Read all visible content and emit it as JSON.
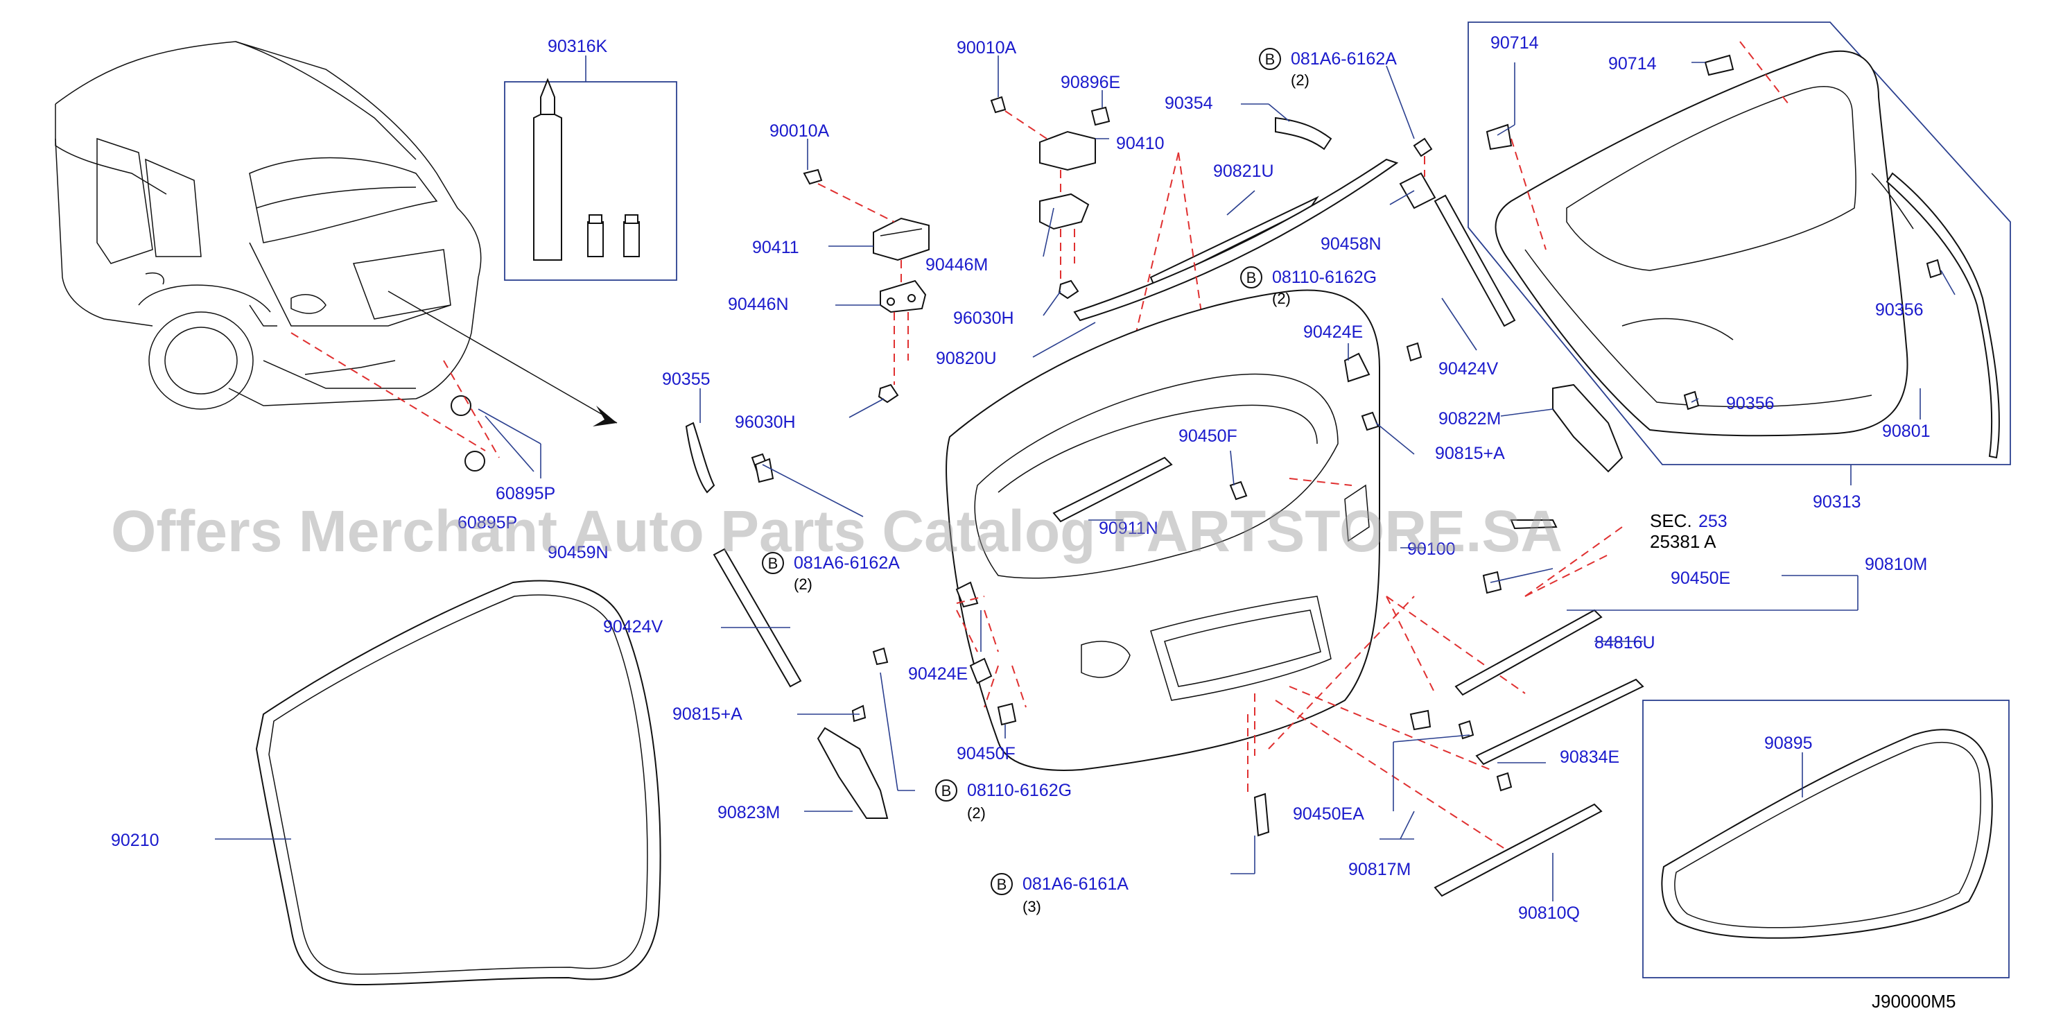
{
  "diagram_code": "J90000M5",
  "watermark": "Offers Merchant Auto Parts Catalog PARTSTORE.SA",
  "callouts": [
    {
      "id": "c1",
      "text": "90316K"
    },
    {
      "id": "c2",
      "text": "90010A"
    },
    {
      "id": "c3",
      "text": "90896E"
    },
    {
      "id": "c4",
      "text": "90010A"
    },
    {
      "id": "c5",
      "text": "90410"
    },
    {
      "id": "c6",
      "text": "90354"
    },
    {
      "id": "c7",
      "text": "B",
      "text2": "081A6-6162A",
      "qty": "(2)"
    },
    {
      "id": "c8",
      "text": "90714"
    },
    {
      "id": "c9",
      "text": "90714"
    },
    {
      "id": "c10",
      "text": "90411"
    },
    {
      "id": "c11",
      "text": "90821U"
    },
    {
      "id": "c12",
      "text": "90446M"
    },
    {
      "id": "c13",
      "text": "90458N"
    },
    {
      "id": "c14",
      "text": "B",
      "text2": "08110-6162G",
      "qty": "(2)"
    },
    {
      "id": "c15",
      "text": "90446N"
    },
    {
      "id": "c16",
      "text": "96030H"
    },
    {
      "id": "c17",
      "text": "90424E"
    },
    {
      "id": "c18",
      "text": "90424V"
    },
    {
      "id": "c19",
      "text": "90356"
    },
    {
      "id": "c20",
      "text": "90820U"
    },
    {
      "id": "c21",
      "text": "90355"
    },
    {
      "id": "c22",
      "text": "96030H"
    },
    {
      "id": "c23",
      "text": "90822M"
    },
    {
      "id": "c24",
      "text": "90356"
    },
    {
      "id": "c25",
      "text": "90801"
    },
    {
      "id": "c26",
      "text": "90450F"
    },
    {
      "id": "c27",
      "text": "90815+A"
    },
    {
      "id": "c28",
      "text": "60895P"
    },
    {
      "id": "c29",
      "text": "60895P"
    },
    {
      "id": "c30",
      "text": "90313"
    },
    {
      "id": "c31",
      "text": "90459N"
    },
    {
      "id": "c32",
      "text": "90911N"
    },
    {
      "id": "c33",
      "text": "90100"
    },
    {
      "id": "c34",
      "text": "SEC."
    },
    {
      "id": "c35",
      "text": "253"
    },
    {
      "id": "c36",
      "text": "25381 A"
    },
    {
      "id": "c37",
      "text": "B",
      "text2": "081A6-6162A",
      "qty": "(2)"
    },
    {
      "id": "c38",
      "text": "90450E"
    },
    {
      "id": "c39",
      "text": "90810M"
    },
    {
      "id": "c40",
      "text": "90424V"
    },
    {
      "id": "c41",
      "text": "84816U"
    },
    {
      "id": "c42",
      "text": "90424E"
    },
    {
      "id": "c43",
      "text": "90815+A"
    },
    {
      "id": "c44",
      "text": "90834E"
    },
    {
      "id": "c45",
      "text": "90450F"
    },
    {
      "id": "c46",
      "text": "90895"
    },
    {
      "id": "c47",
      "text": "B",
      "text2": "08110-6162G",
      "qty": "(2)"
    },
    {
      "id": "c48",
      "text": "90823M"
    },
    {
      "id": "c49",
      "text": "90450EA"
    },
    {
      "id": "c50",
      "text": "90210"
    },
    {
      "id": "c51",
      "text": "90817M"
    },
    {
      "id": "c52",
      "text": "B",
      "text2": "081A6-6161A",
      "qty": "(3)"
    },
    {
      "id": "c53",
      "text": "90810Q"
    }
  ],
  "colors": {
    "label": "#1a1acc",
    "leader": "#2a3f8f",
    "dashed": "#e03030",
    "part": "#111111"
  }
}
